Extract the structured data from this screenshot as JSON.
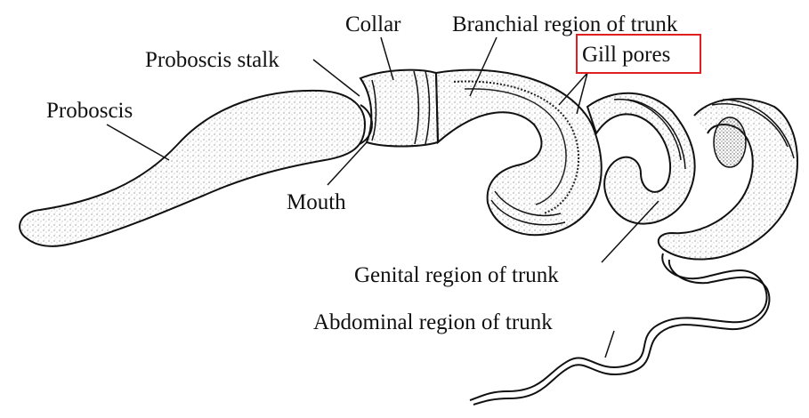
{
  "diagram": {
    "labels": {
      "collar": "Collar",
      "branchial_region": "Branchial region of trunk",
      "proboscis_stalk": "Proboscis stalk",
      "gill_pores": "Gill pores",
      "proboscis": "Proboscis",
      "mouth": "Mouth",
      "genital_region": "Genital region of trunk",
      "abdominal_region": "Abdominal region of trunk"
    },
    "highlight": {
      "target": "gill_pores",
      "color": "#e02020"
    }
  }
}
